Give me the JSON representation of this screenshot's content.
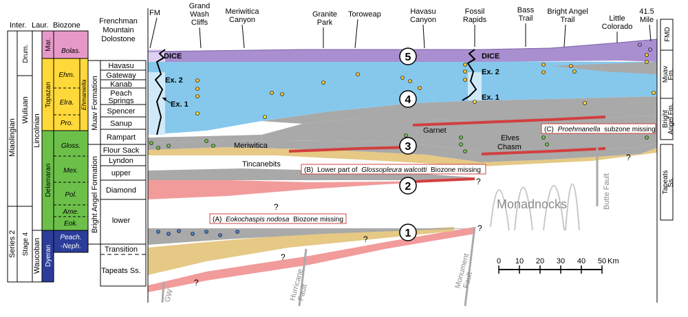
{
  "chrono": {
    "h_inter": "Inter.",
    "h_laur": "Laur.",
    "h_biozone": "Biozone",
    "miaolingian": "Miaolingian",
    "wuliuan": "Wuliuan",
    "drum": "Drum.",
    "series2": "Series 2",
    "stage4": "Stage 4",
    "lincolnian": "Lincolnian",
    "waucoban": "Waucoban",
    "topazan": "Topazan",
    "delamaran": "Delamaran",
    "dyeran": "Dyeran",
    "ehmaniella": "Ehmaniella",
    "zones": [
      "Bolas.",
      "Ehm.",
      "Elra.",
      "Pro.",
      "Gloss.",
      "Mex.",
      "Pol.",
      "Ame.",
      "Eok.",
      "Peach.",
      "-Neph."
    ],
    "mar": "Mar."
  },
  "formations": {
    "muav": "Muav Formation",
    "bright_angel": "Bright Angel Formation",
    "frenchman_lines": [
      "Frenchman",
      "Mountain",
      "Dolostone"
    ],
    "units": [
      "Havasu",
      "Gateway",
      "Kanab",
      "Peach",
      "Springs",
      "Spencer",
      "Sanup",
      "Rampart",
      "Flour Sack",
      "Lyndon",
      "upper",
      "Diamond",
      "lower",
      "Transition",
      "Tapeats Ss."
    ]
  },
  "locations": {
    "fm": "FM",
    "grand_wash": [
      "Grand",
      "Wash",
      "Cliffs"
    ],
    "meriwitica_canyon": [
      "Meriwitica",
      "Canyon"
    ],
    "granite_park": [
      "Granite",
      "Park"
    ],
    "toroweap": "Toroweap",
    "havasu_canyon": [
      "Havasu",
      "Canyon"
    ],
    "fossil_rapids": [
      "Fossil",
      "Rapids"
    ],
    "bass_trail": [
      "Bass",
      "Trail"
    ],
    "bright_angel_trail": [
      "Bright Angel",
      "Trail"
    ],
    "little_colorado": [
      "Little",
      "Colorado"
    ],
    "mile": [
      "41.5",
      "Mile"
    ]
  },
  "right_units": {
    "fmd": "FMD",
    "muav": [
      "Muav",
      "Fm."
    ],
    "bright_angel": [
      "Bright",
      "Angel Fm."
    ],
    "tapeats": [
      "Tapeats",
      "Ss."
    ]
  },
  "labels": {
    "dice": "DICE",
    "ex1": "Ex. 1",
    "ex2": "Ex. 2",
    "garnet": "Garnet",
    "meriwitica": "Meriwitica",
    "elves": [
      "Elves",
      "Chasm"
    ],
    "tincanebits": "Tincanebits",
    "monadnocks": "Monadnocks",
    "butte_fault": "Butte Fault",
    "hurricane_fault": [
      "Hurricane",
      "Fault"
    ],
    "monument_fault": [
      "Monument",
      "Fault"
    ],
    "gw": "GW",
    "q": "?",
    "seq": [
      "1",
      "2",
      "3",
      "4",
      "5"
    ]
  },
  "boxes": {
    "a_letter": "(A)",
    "a_italic": "Eokochaspis nodosa",
    "a_rest": "Biozone missing",
    "b_letter": "(B)",
    "b_pre": "Lower part of",
    "b_italic": "Glossopleura  walcotti",
    "b_rest": "Biozone missing",
    "c_letter": "(C)",
    "c_italic": "Proehmanella",
    "c_rest": "subzone missing"
  },
  "scale": {
    "ticks": [
      "0",
      "10",
      "20",
      "30",
      "40",
      "50"
    ],
    "unit": "Km"
  },
  "colors": {
    "purple": "#a98fd0",
    "blue": "#86c8ec",
    "gray": "#a9a9a9",
    "tan": "#e5c985",
    "pink": "#f19b9b",
    "red": "#d23f3f",
    "green": "#6cc04a",
    "yellow": "#ffd93a",
    "orange": "#ffc230",
    "navy": "#2b3d98",
    "pinkbox": "#e699c8"
  }
}
